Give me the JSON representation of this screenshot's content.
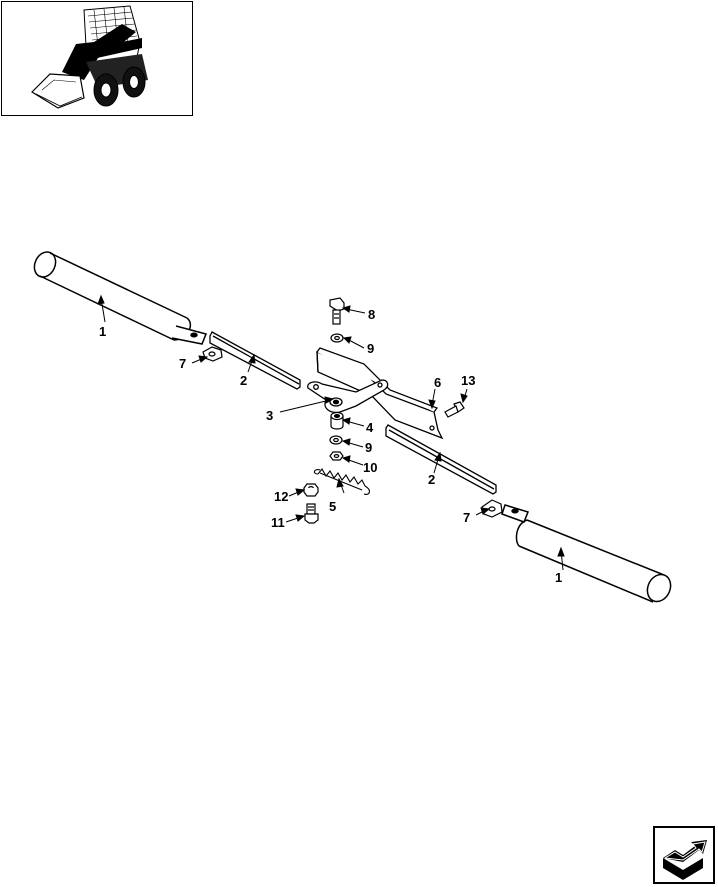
{
  "callouts": {
    "c1_left": "1",
    "c1_right": "1",
    "c2_left": "2",
    "c2_right": "2",
    "c3": "3",
    "c4": "4",
    "c5": "5",
    "c6": "6",
    "c7_left": "7",
    "c7_right": "7",
    "c8": "8",
    "c9_top": "9",
    "c9_bottom": "9",
    "c10": "10",
    "c11": "11",
    "c12": "12",
    "c13": "13"
  },
  "icons": {
    "thumbnail": "skid-steer-loader-icon",
    "nav": "next-page-arrow-icon"
  }
}
